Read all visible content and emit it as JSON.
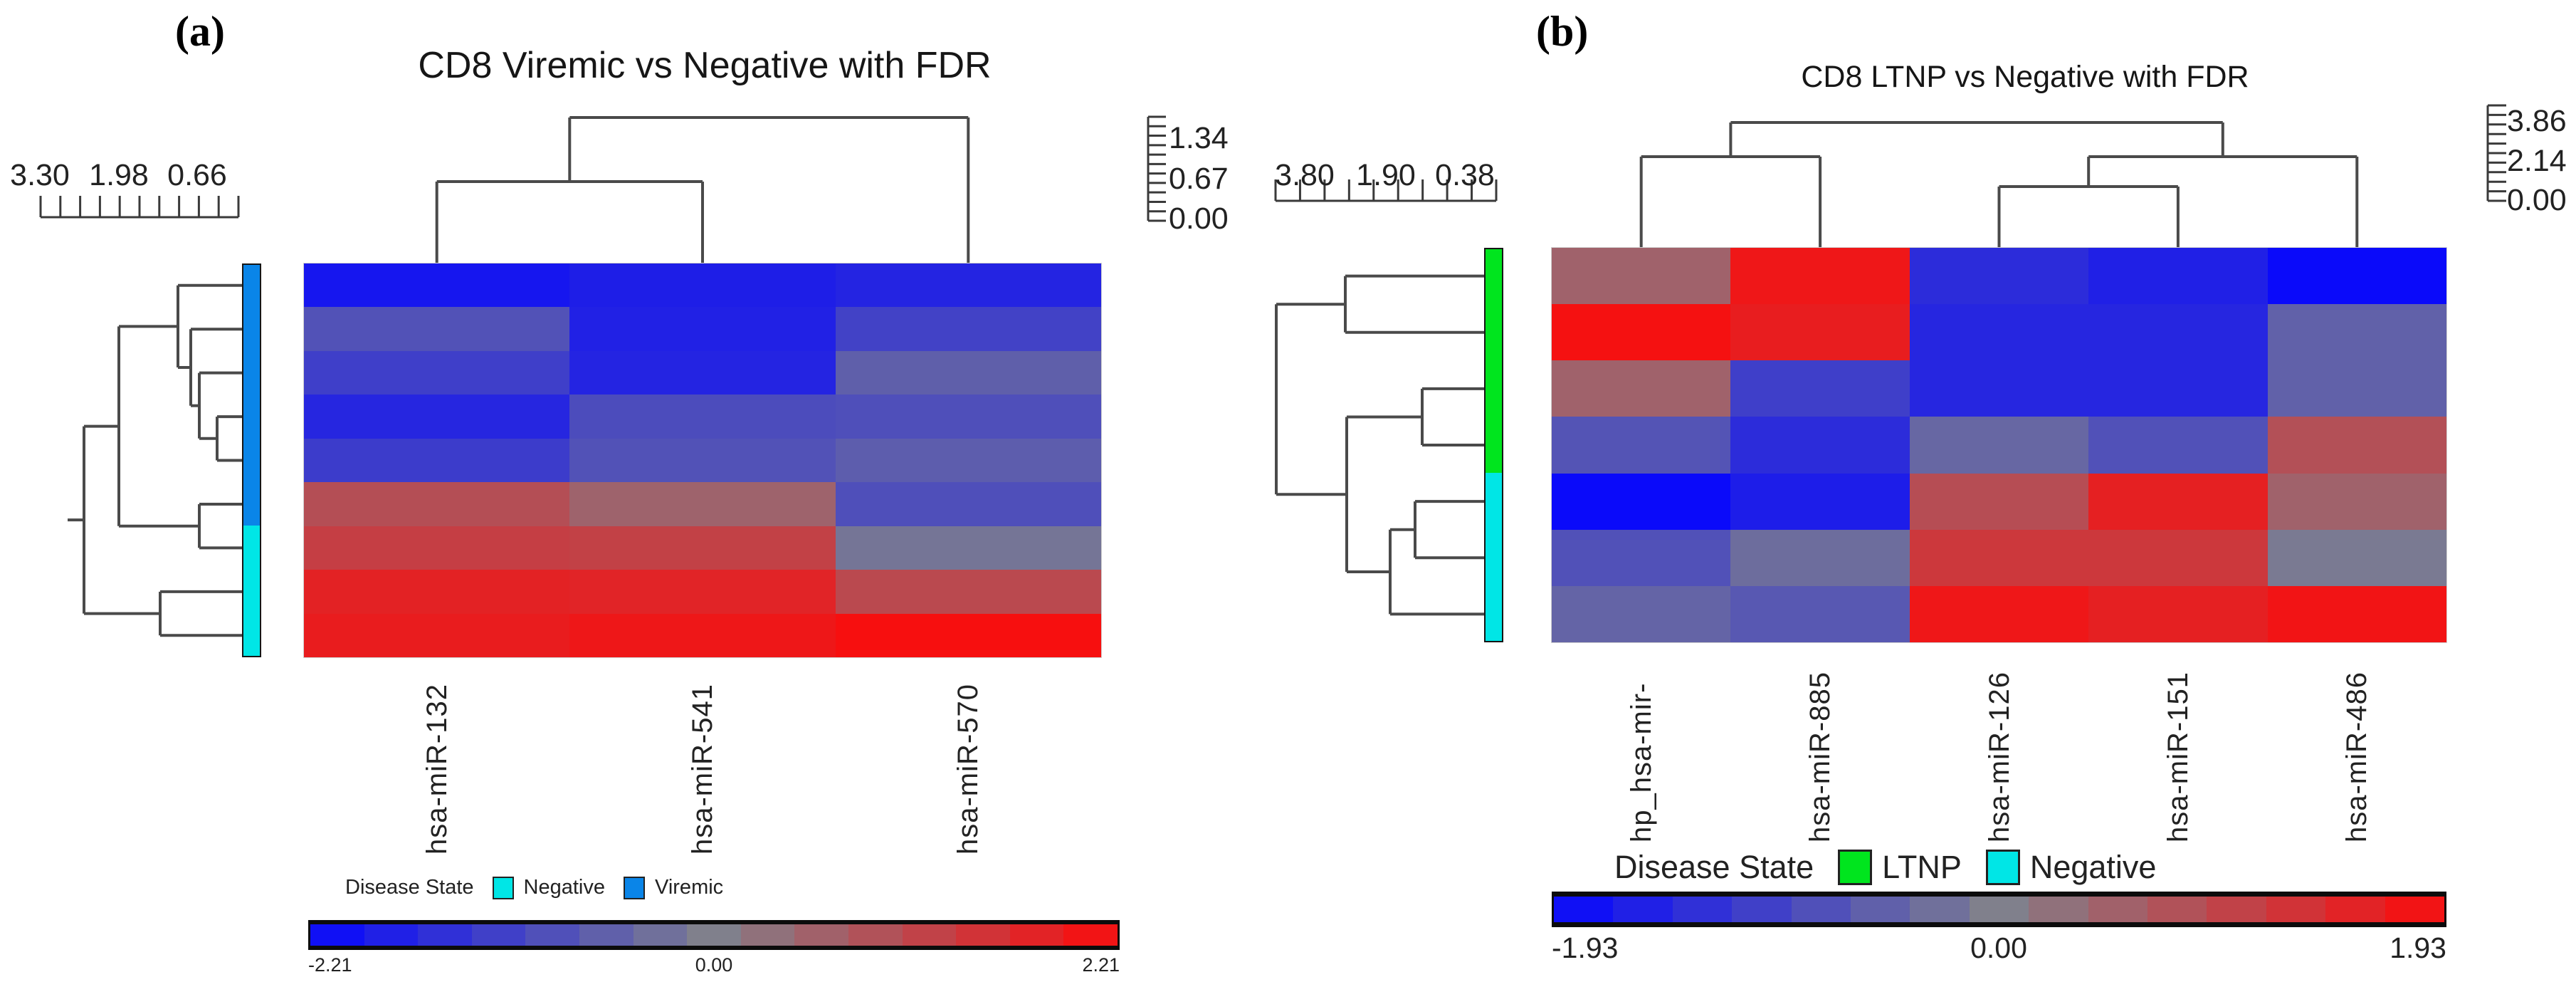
{
  "panels": [
    {
      "tag": "(a)",
      "legend": {
        "title": "Disease State",
        "items": [
          {
            "label": "Negative",
            "color": "#00e6e6"
          },
          {
            "label": "Viremic",
            "color": "#0a85e8"
          }
        ]
      }
    },
    {
      "tag": "(b)",
      "legend": {
        "title": "Disease State",
        "items": [
          {
            "label": "LTNP",
            "color": "#00e51e"
          },
          {
            "label": "Negative",
            "color": "#00e6e6"
          }
        ]
      }
    }
  ],
  "chart_data": [
    {
      "type": "heatmap",
      "title": "CD8 Viremic vs Negative with FDR",
      "columns": [
        "hsa-miR-132",
        "hsa-miR-541",
        "hsa-miR-570"
      ],
      "row_groups": [
        {
          "label": "Viremic",
          "color": "#0a85e8",
          "rows": 6
        },
        {
          "label": "Negative",
          "color": "#00e6e6",
          "rows": 3
        }
      ],
      "values": [
        [
          -1.95,
          -1.8,
          -1.7
        ],
        [
          -0.85,
          -1.75,
          -1.15
        ],
        [
          -1.2,
          -1.7,
          -0.6
        ],
        [
          -1.65,
          -0.95,
          -0.9
        ],
        [
          -1.25,
          -0.85,
          -0.65
        ],
        [
          0.95,
          0.55,
          -0.9
        ],
        [
          1.25,
          1.2,
          -0.2
        ],
        [
          1.8,
          1.75,
          1.05
        ],
        [
          1.9,
          2.0,
          2.15
        ]
      ],
      "zlim": [
        -2.21,
        2.21
      ],
      "colorbar_ticks": [
        "-2.21",
        "0.00",
        "2.21"
      ],
      "row_dendro_scale_ticks": [
        "3.30",
        "1.98",
        "0.66"
      ],
      "col_dendro_scale_ticks": [
        "1.34",
        "0.67",
        "0.00"
      ],
      "legend_position": "bottom",
      "colormap": {
        "low": "#0808fc",
        "mid": "#80808c",
        "high": "#fa0c0c"
      }
    },
    {
      "type": "heatmap",
      "title": "CD8 LTNP vs Negative with FDR",
      "columns": [
        "hp_hsa-mir-",
        "hsa-miR-885",
        "hsa-miR-126",
        "hsa-miR-151",
        "hsa-miR-486"
      ],
      "row_groups": [
        {
          "label": "LTNP",
          "color": "#00e51e",
          "rows": 4
        },
        {
          "label": "Negative",
          "color": "#00e6e6",
          "rows": 3
        }
      ],
      "values": [
        [
          0.5,
          1.75,
          -1.35,
          -1.55,
          -1.9
        ],
        [
          1.85,
          1.65,
          -1.45,
          -1.45,
          -0.5
        ],
        [
          0.5,
          -1.05,
          -1.45,
          -1.45,
          -0.5
        ],
        [
          -0.7,
          -1.35,
          -0.4,
          -0.75,
          0.8
        ],
        [
          -1.9,
          -1.6,
          0.85,
          1.6,
          0.5
        ],
        [
          -0.75,
          -0.3,
          1.2,
          1.2,
          -0.1
        ],
        [
          -0.45,
          -0.65,
          1.75,
          1.6,
          1.8
        ]
      ],
      "zlim": [
        -1.93,
        1.93
      ],
      "colorbar_ticks": [
        "-1.93",
        "0.00",
        "1.93"
      ],
      "row_dendro_scale_ticks": [
        "3.80",
        "1.90",
        "0.38"
      ],
      "col_dendro_scale_ticks": [
        "3.86",
        "2.14",
        "0.00"
      ],
      "legend_position": "bottom",
      "colormap": {
        "low": "#0808fc",
        "mid": "#80808c",
        "high": "#fa0c0c"
      }
    }
  ]
}
